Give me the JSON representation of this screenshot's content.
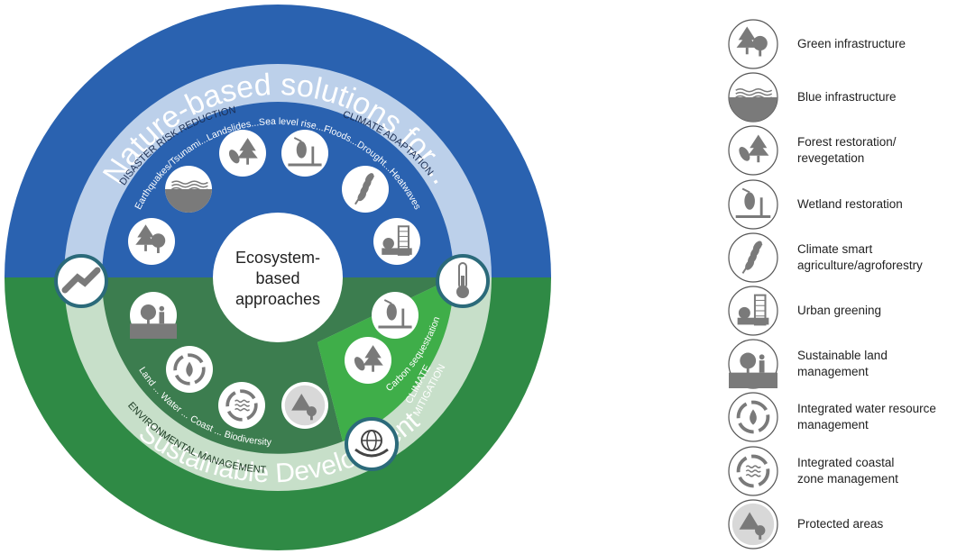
{
  "arcs": {
    "top_title": "Nature-based solutions for...",
    "bottom_title": "Sustainable Development",
    "disaster": "DISASTER RISK REDUCTION",
    "climate_adaptation": "CLIMATE ADAPTATION",
    "hazards": "Earthquakes/Tsunami...Landslides...Sea level rise...Floods...Drought...Heatwaves",
    "env_management": "ENVIRONMENTAL MANAGEMENT",
    "env_items": "Land ... Water ... Coast ... Biodiversity",
    "carbon": "Carbon sequestration",
    "climate_mitigation_1": "CLIMATE",
    "climate_mitigation_2": "MITIGATION"
  },
  "center": {
    "line1": "Ecosystem-",
    "line2": "based",
    "line3": "approaches"
  },
  "legend": [
    {
      "icon": "green-infrastructure-icon",
      "label": "Green infrastructure"
    },
    {
      "icon": "blue-infrastructure-icon",
      "label": "Blue infrastructure"
    },
    {
      "icon": "forest-restoration-icon",
      "label": "Forest restoration/\nrevegetation"
    },
    {
      "icon": "wetland-restoration-icon",
      "label": "Wetland restoration"
    },
    {
      "icon": "climate-smart-agriculture-icon",
      "label": "Climate smart\nagriculture/agroforestry"
    },
    {
      "icon": "urban-greening-icon",
      "label": "Urban greening"
    },
    {
      "icon": "sustainable-land-management-icon",
      "label": "Sustainable land\nmanagement"
    },
    {
      "icon": "integrated-water-resource-icon",
      "label": "Integrated water resource\nmanagement"
    },
    {
      "icon": "integrated-coastal-zone-icon",
      "label": "Integrated coastal\nzone management"
    },
    {
      "icon": "protected-areas-icon",
      "label": "Protected areas"
    }
  ],
  "colors": {
    "blue": "#2a62b0",
    "light_blue": "#bcd0ea",
    "green": "#2f8a45",
    "dark_green": "#3c7d4f",
    "light_green": "#3fae49",
    "pale_green": "#c7dfc9",
    "icon_gray": "#7a7a7a"
  }
}
